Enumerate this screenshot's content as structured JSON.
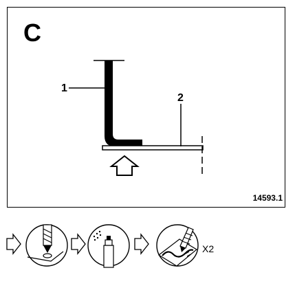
{
  "figure": {
    "panel_letter": "C",
    "callout_1": "1",
    "callout_2": "2",
    "reference_number": "14593.1"
  },
  "procedure": {
    "repeat_label": "X2",
    "steps": [
      {
        "icon": "drill-icon"
      },
      {
        "icon": "spray-can-icon"
      },
      {
        "icon": "seal-apply-icon"
      }
    ]
  },
  "colors": {
    "ink": "#000000",
    "background": "#ffffff",
    "mid_gray": "#888888"
  }
}
